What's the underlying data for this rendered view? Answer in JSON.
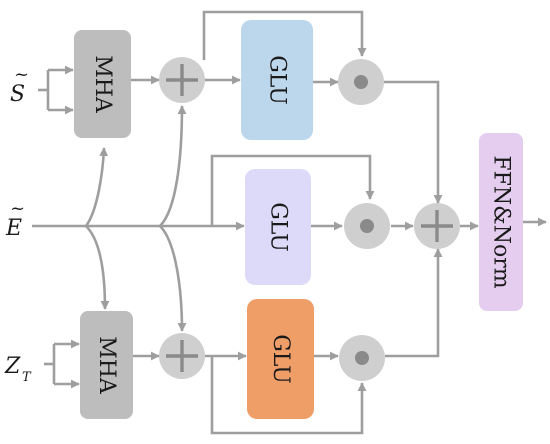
{
  "inputs": {
    "s": "S",
    "e": "E",
    "z": "Z",
    "z_sub": "T"
  },
  "blocks": {
    "mha_top": "MHA",
    "mha_bottom": "MHA",
    "glu_top": "GLU",
    "glu_mid": "GLU",
    "glu_bottom": "GLU",
    "ffn": "FFN&Norm"
  },
  "colors": {
    "mha": "#bdbdbd",
    "glu_top": "#bcd6ec",
    "glu_mid": "#dcdaf8",
    "glu_bottom": "#ef9e68",
    "ffn": "#e4cdee",
    "node": "#cfcfcf",
    "wire": "#9e9e9e",
    "symbol": "#8a8a8a"
  }
}
